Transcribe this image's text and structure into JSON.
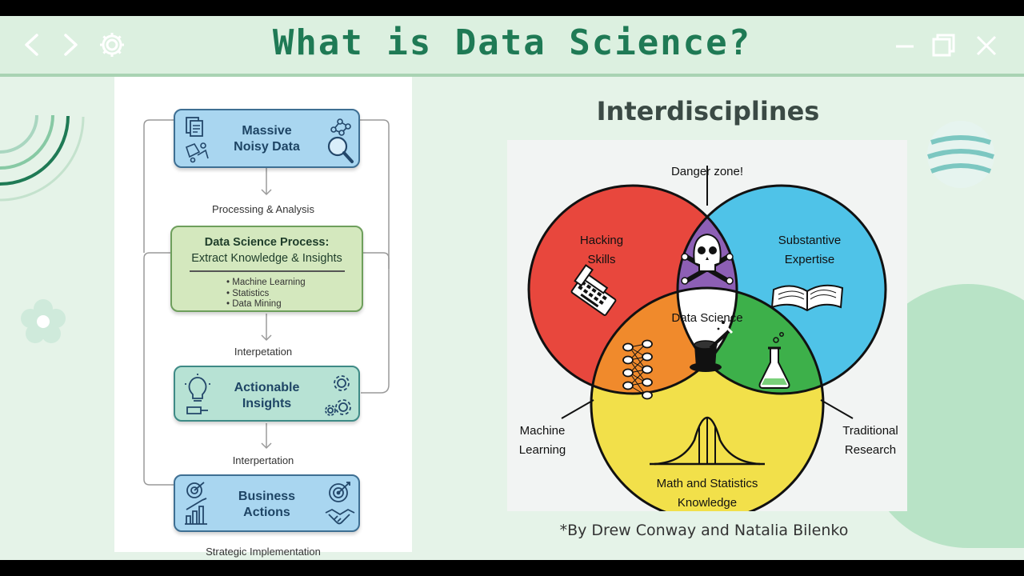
{
  "title": "What is Data Science?",
  "nav": {
    "back_icon": "chevron-left-icon",
    "forward_icon": "chevron-right-icon",
    "settings_icon": "gear-icon"
  },
  "window_controls": {
    "minimize_icon": "minimize-icon",
    "maximize_icon": "maximize-icon",
    "close_icon": "close-icon"
  },
  "colors": {
    "accent": "#1f7a55",
    "background": "#e5f3e8",
    "venn_red": "#e8473d",
    "venn_blue": "#4fc3e8",
    "venn_yellow": "#f2e04a",
    "venn_purple": "#8d5fb5",
    "venn_orange": "#f08a2c",
    "venn_green": "#3db04a"
  },
  "flowchart": {
    "boxes": [
      {
        "title_lines": [
          "Massive",
          "Noisy Data"
        ]
      },
      {
        "title_lines": [
          "Data Science Process:",
          "Extract Knowledge & Insights"
        ],
        "bullets": [
          "Machine Learning",
          "Statistics",
          "Data Mining"
        ]
      },
      {
        "title_lines": [
          "Actionable",
          "Insights"
        ]
      },
      {
        "title_lines": [
          "Business",
          "Actions"
        ]
      }
    ],
    "labels": [
      "Processing & Analysis",
      "Interpetation",
      "Interpertation",
      "Strategic Implementation"
    ]
  },
  "venn": {
    "heading": "Interdisciplines",
    "danger_zone": "Danger zone!",
    "hacking_lines": [
      "Hacking",
      "Skills"
    ],
    "substantive_lines": [
      "Substantive",
      "Expertise"
    ],
    "data_science": "Data Science",
    "machine_learning_lines": [
      "Machine",
      "Learning"
    ],
    "traditional_research_lines": [
      "Traditional",
      "Research"
    ],
    "math_lines": [
      "Math and Statistics",
      "Knowledge"
    ],
    "icons": [
      "skull-icon",
      "keyboard-hammer-icon",
      "book-icon",
      "neural-network-icon",
      "magic-hat-icon",
      "flask-icon",
      "bell-curve-icon"
    ]
  },
  "credit": "*By Drew Conway and Natalia Bilenko"
}
